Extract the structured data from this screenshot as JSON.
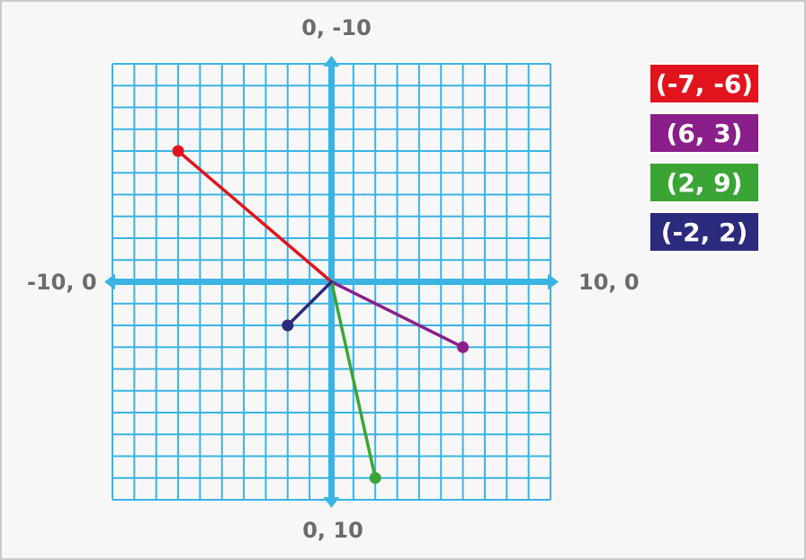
{
  "axes": {
    "top": "0, -10",
    "bottom": "0, 10",
    "left": "-10, 0",
    "right": "10, 0"
  },
  "colors": {
    "grid": "#39b4e3",
    "background": "#f8f7f7",
    "label": "#6b6b6b"
  },
  "points": [
    {
      "label": "(-7, -6)",
      "x": -7,
      "y": -6,
      "color": "#e1141e"
    },
    {
      "label": "(6, 3)",
      "x": 6,
      "y": 3,
      "color": "#8a1f8b"
    },
    {
      "label": "(2, 9)",
      "x": 2,
      "y": 9,
      "color": "#3aa535"
    },
    {
      "label": "(-2, 2)",
      "x": -2,
      "y": 2,
      "color": "#2b2a7c"
    }
  ]
}
